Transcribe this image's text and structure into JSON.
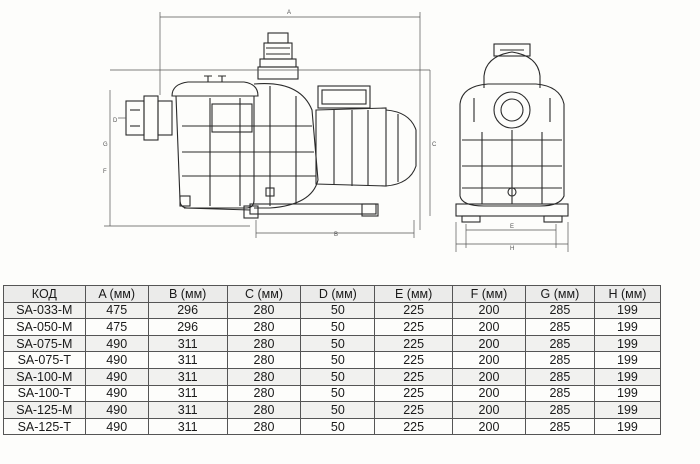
{
  "drawing": {
    "dimension_letters": [
      "A",
      "B",
      "C",
      "D",
      "E",
      "F",
      "G",
      "H"
    ]
  },
  "table": {
    "headers": [
      "КОД",
      "A (мм)",
      "B (мм)",
      "C (мм)",
      "D (мм)",
      "E (мм)",
      "F (мм)",
      "G (мм)",
      "H (мм)"
    ],
    "rows": [
      [
        "SA-033-M",
        "475",
        "296",
        "280",
        "50",
        "225",
        "200",
        "285",
        "199"
      ],
      [
        "SA-050-M",
        "475",
        "296",
        "280",
        "50",
        "225",
        "200",
        "285",
        "199"
      ],
      [
        "SA-075-M",
        "490",
        "311",
        "280",
        "50",
        "225",
        "200",
        "285",
        "199"
      ],
      [
        "SA-075-T",
        "490",
        "311",
        "280",
        "50",
        "225",
        "200",
        "285",
        "199"
      ],
      [
        "SA-100-M",
        "490",
        "311",
        "280",
        "50",
        "225",
        "200",
        "285",
        "199"
      ],
      [
        "SA-100-T",
        "490",
        "311",
        "280",
        "50",
        "225",
        "200",
        "285",
        "199"
      ],
      [
        "SA-125-M",
        "490",
        "311",
        "280",
        "50",
        "225",
        "200",
        "285",
        "199"
      ],
      [
        "SA-125-T",
        "490",
        "311",
        "280",
        "50",
        "225",
        "200",
        "285",
        "199"
      ]
    ]
  }
}
